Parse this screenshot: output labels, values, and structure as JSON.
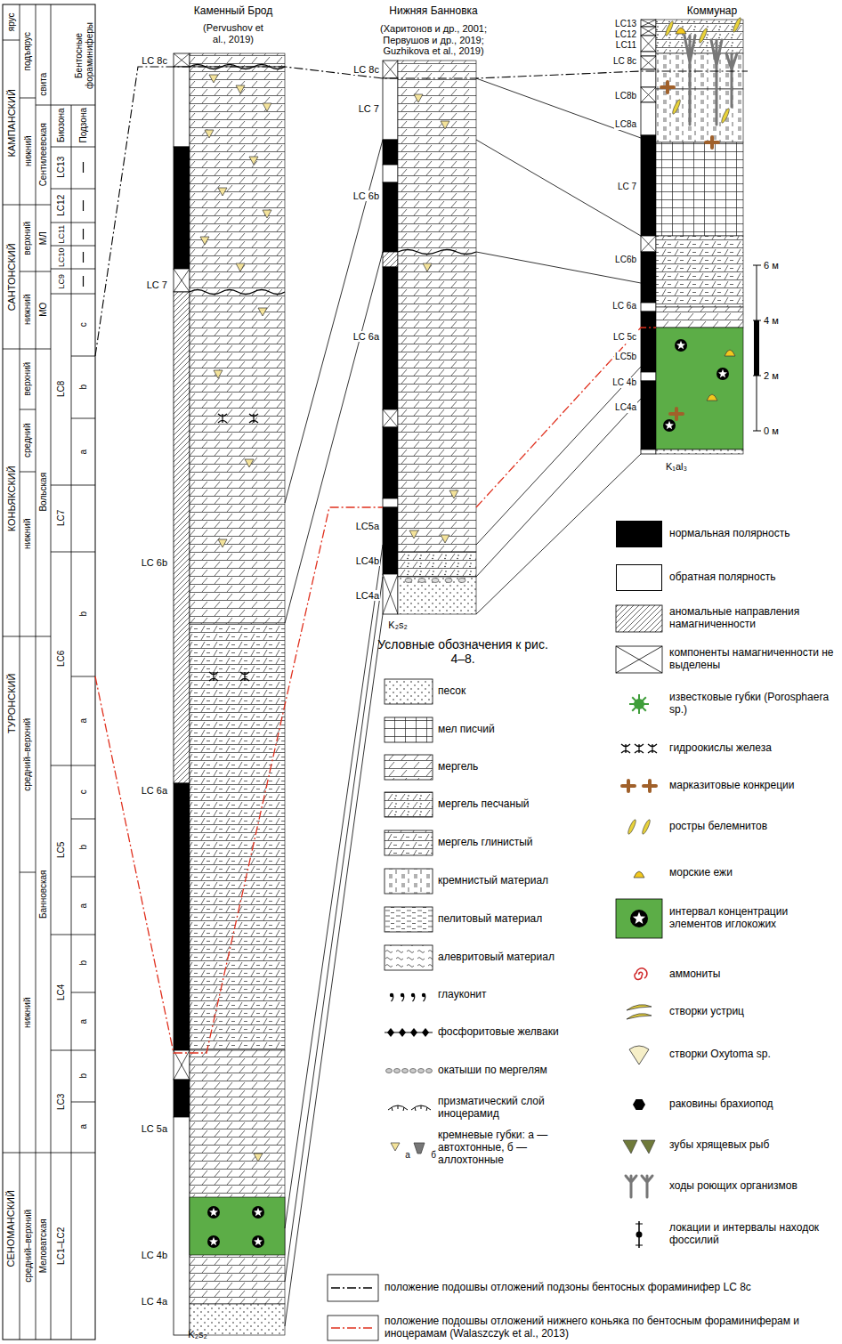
{
  "diagram": {
    "labels": [
      "Каменный Брод",
      "(Pervushov et al., 2019)",
      "Нижняя Банновка",
      "(Харитонов и др., 2001; Первушов и др., 2019; Guzhikova et al., 2019)",
      "Коммунар",
      "LC 8c",
      "LC 7",
      "LC 6b",
      "LC 6a",
      "LC 5a",
      "LC 4b",
      "LC 4a",
      "K₂s₂",
      "LC 8c",
      "LC 7",
      "LC 6b",
      "LC 6a",
      "LC5a",
      "LC4b",
      "LC4a",
      "K₂s₂",
      "LC13",
      "LC12",
      "LC11",
      "LC 8c",
      "LC8b",
      "LC8a",
      "LC 7",
      "LC6b",
      "LC 6a",
      "LC 5c",
      "LC5b",
      "LC 4b",
      "LC4a",
      "K₁al₃",
      "6 м",
      "4 м",
      "2 м",
      "0 м",
      "ярус",
      "подъярус",
      "свита",
      "Бентосные фораминиферы",
      "Биозона",
      "Подзона",
      "КАМПАНСКИЙ",
      "САНТОНСКИЙ",
      "КОНЬЯКСКИЙ",
      "ТУРОНСКИЙ",
      "СЕНОМАНСКИЙ",
      "нижний",
      "верхний",
      "нижний",
      "верхний",
      "средний",
      "нижний",
      "средний–верхний",
      "нижний",
      "средний–верхний",
      "Сентилеевская",
      "МЛ",
      "МО",
      "Вольская",
      "Банновская",
      "Меловатская",
      "LC13",
      "LC12",
      "LC11",
      "LC10",
      "LC9",
      "LC8",
      "LC7",
      "LC6",
      "LC5",
      "LC4",
      "LC3",
      "LC1–LC2",
      "c",
      "b",
      "a",
      "b",
      "a",
      "c",
      "b",
      "a",
      "b",
      "a",
      "b",
      "a",
      "Условные обозначения к рис. 4–8.",
      "а",
      "б"
    ],
    "legend": [
      {
        "text": "нормальная полярность",
        "color": "#000000"
      },
      {
        "text": "обратная полярность",
        "color": "#ffffff"
      },
      {
        "text": "аномальные направления намагниченности"
      },
      {
        "text": "компоненты намагниченности не выделены"
      },
      {
        "text": "песок"
      },
      {
        "text": "мел писчий"
      },
      {
        "text": "мергель"
      },
      {
        "text": "мергель песчаный"
      },
      {
        "text": "мергель глинистый"
      },
      {
        "text": "кремнистый материал"
      },
      {
        "text": "пелитовый материал"
      },
      {
        "text": "алевритовый материал"
      },
      {
        "text": "глауконит"
      },
      {
        "text": "фосфоритовые желваки"
      },
      {
        "text": "окатыши по мергелям"
      },
      {
        "text": "призматический слой иноцерамид"
      },
      {
        "text": "кремневые губки: а — автохтонные, б — аллохтонные"
      },
      {
        "text": "известковые губки (Porosphaera sp.)"
      },
      {
        "text": "гидроокислы железа"
      },
      {
        "text": "марказитовые конкреции"
      },
      {
        "text": "ростры белемнитов"
      },
      {
        "text": "морские ежи"
      },
      {
        "text": "интервал концентрации элементов иглокожих"
      },
      {
        "text": "аммониты"
      },
      {
        "text": "створки устриц"
      },
      {
        "text": "створки Oxytoma sp."
      },
      {
        "text": "раковины брахиопод"
      },
      {
        "text": "зубы хрящевых рыб"
      },
      {
        "text": "ходы роющих организмов"
      },
      {
        "text": "локации и интервалы находок фоссилий"
      },
      {
        "text": "положение подошвы отложений подзоны бентосных фораминифер LC 8c"
      },
      {
        "text": "положение подошвы отложений нижнего коньяка по бентосным фораминиферам и иноцерамам (Walaszczyk et al., 2013)"
      }
    ]
  }
}
